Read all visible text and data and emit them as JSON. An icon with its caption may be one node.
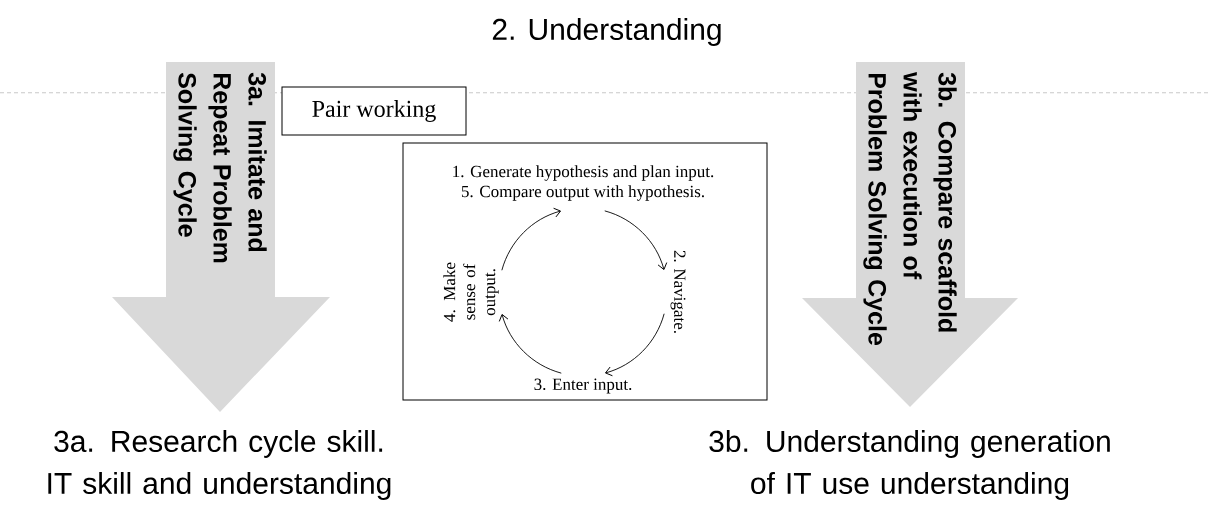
{
  "diagram": {
    "title": "2. Understanding",
    "nodes": [
      {
        "text": [
          "3a. Imitate and Repeat Problem Solving Cycle"
        ],
        "beside": [
          "3a. Research cycle skill. IT skill and understanding"
        ]
      },
      {
        "text": [
          "Pair working"
        ]
      },
      {
        "text": [],
        "shape": "box"
      },
      {
        "text": [
          "1. Generate hypothesis and plan input.",
          "5. Compare output with hypothesis."
        ],
        "in": 2
      },
      {
        "text": [
          "2. Navigate."
        ],
        "in": 2
      },
      {
        "text": [
          "3. Enter input."
        ],
        "in": 2
      },
      {
        "text": [
          "4. Make sense of output."
        ],
        "in": 2
      },
      {
        "text": [
          "3b. Compare scaffold with execution of Problem Solving Cycle"
        ],
        "beside": [
          "3b. Understanding generation of IT use understanding"
        ]
      }
    ],
    "edges": [
      {
        "from": 3,
        "to": 4,
        "arrow": "to"
      },
      {
        "from": 4,
        "to": 5,
        "arrow": "to"
      },
      {
        "from": 5,
        "to": 6,
        "arrow": "to"
      },
      {
        "from": 6,
        "to": 3,
        "arrow": "to"
      }
    ]
  }
}
